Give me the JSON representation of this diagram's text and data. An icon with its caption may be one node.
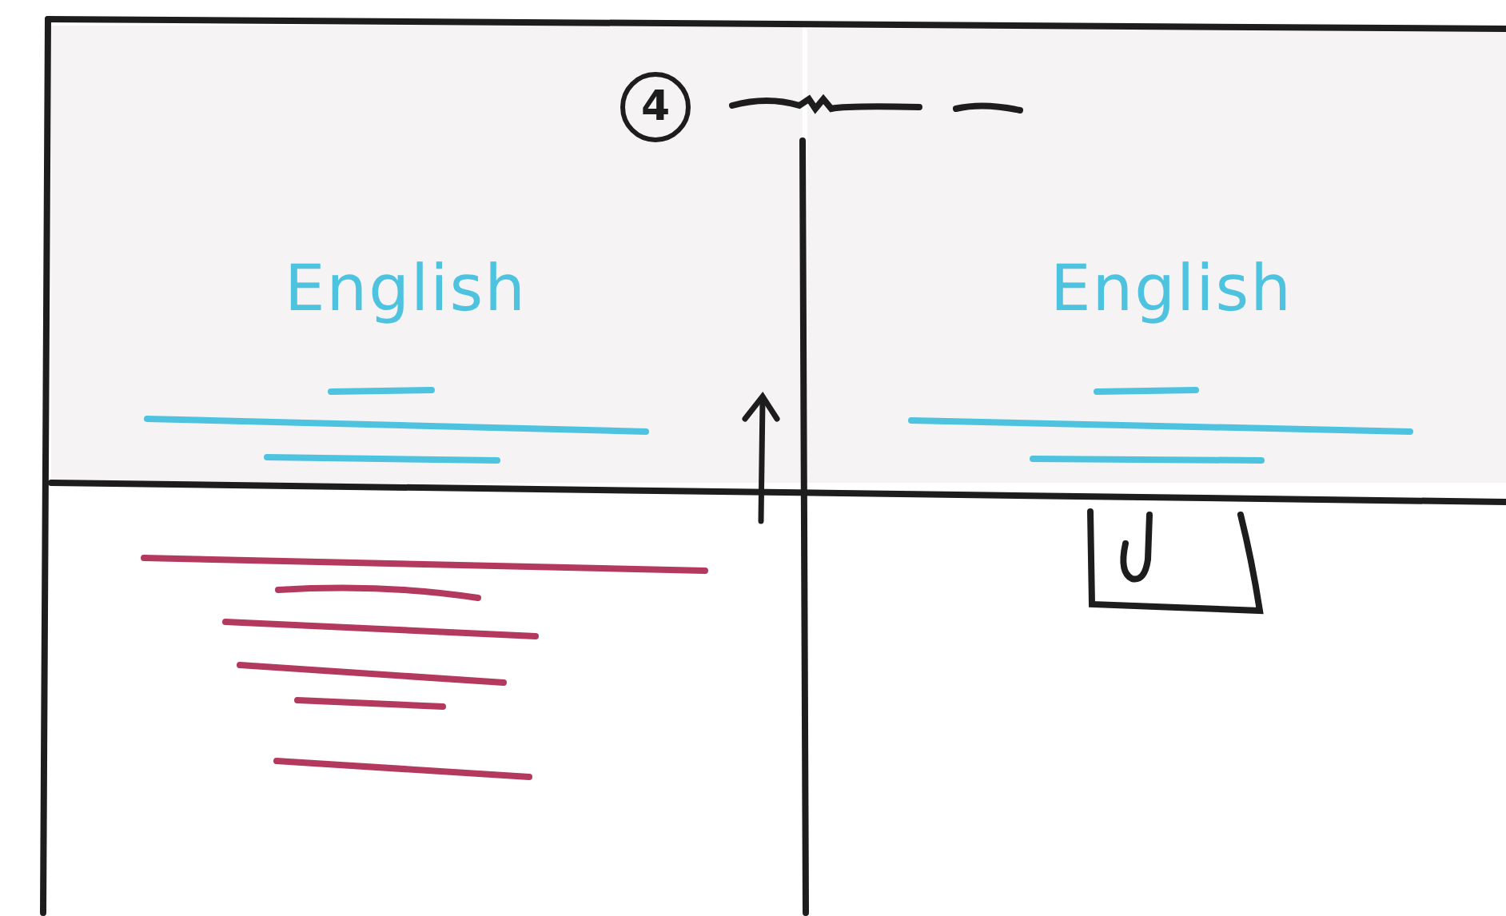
{
  "diagram": {
    "nodes": [
      {
        "text": [
          "4"
        ],
        "in": 1
      },
      {
        "text": [
          "English"
        ]
      },
      {
        "text": [
          "English"
        ]
      }
    ]
  }
}
